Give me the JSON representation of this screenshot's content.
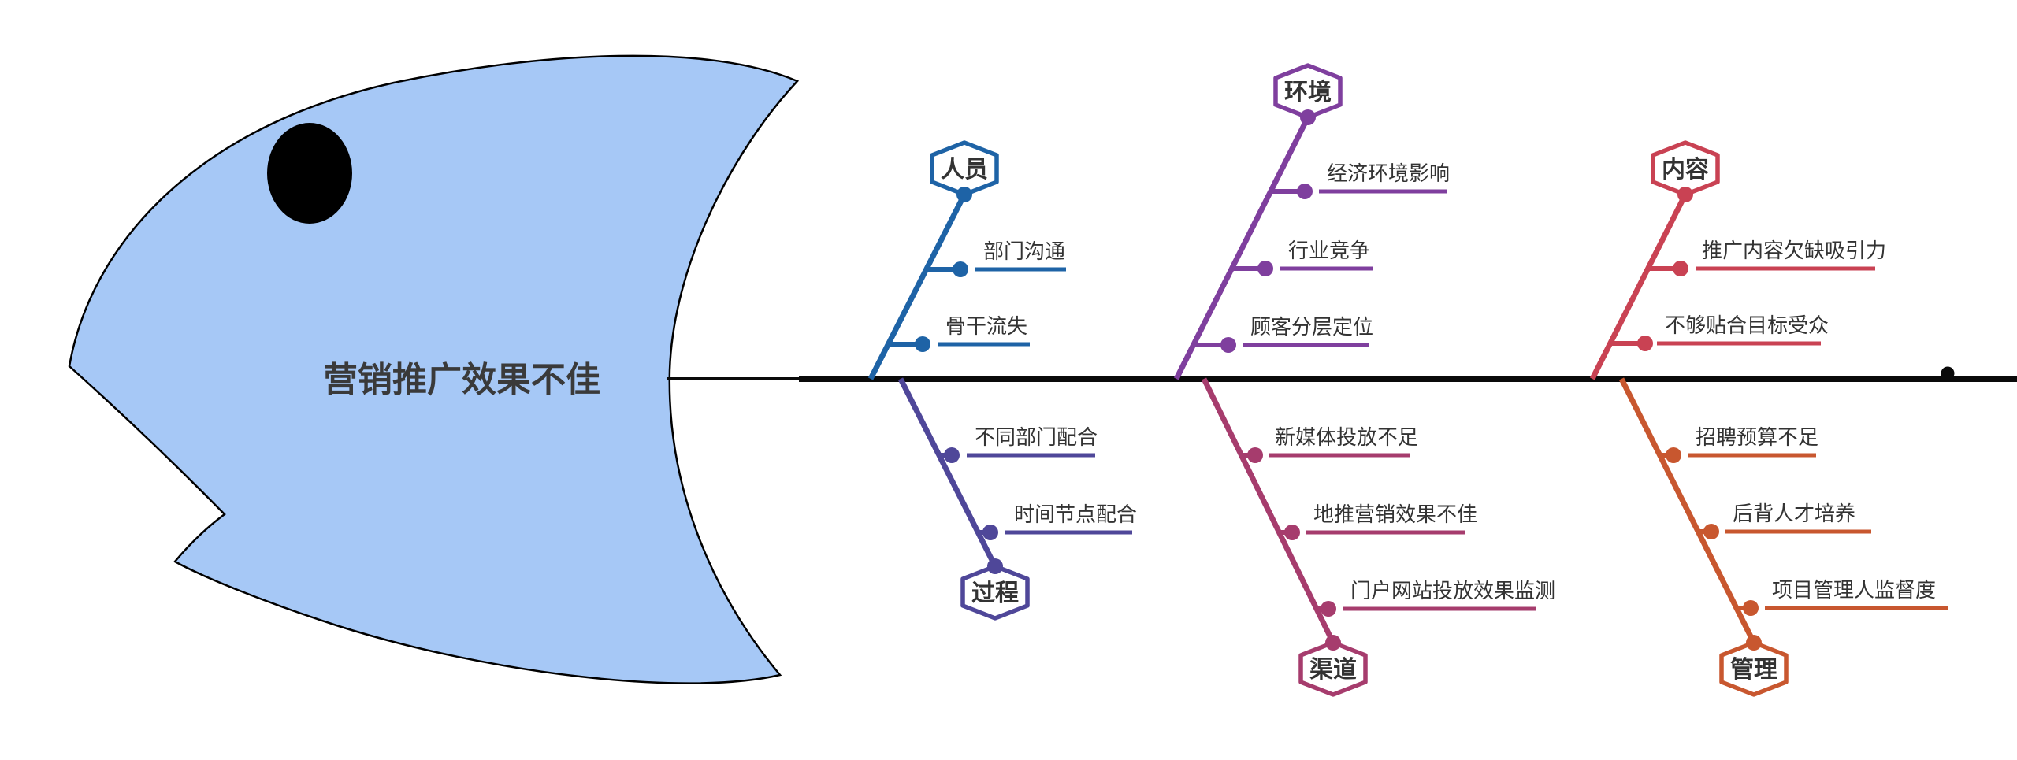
{
  "canvas": {
    "background": "#ffffff",
    "spine_color": "#0a0a0a",
    "text_color": "#333333"
  },
  "problem": {
    "label": "营销推广效果不佳",
    "fill": "#a6c8f6",
    "outline": "#000000",
    "eye_color": "#000000"
  },
  "branches": [
    {
      "label": "人员",
      "position": "top",
      "color": "#1e63a6",
      "items": [
        "部门沟通",
        "骨干流失"
      ]
    },
    {
      "label": "环境",
      "position": "top",
      "color": "#7f3f9e",
      "items": [
        "经济环境影响",
        "行业竞争",
        "顾客分层定位"
      ]
    },
    {
      "label": "内容",
      "position": "top",
      "color": "#c94253",
      "items": [
        "推广内容欠缺吸引力",
        "不够贴合目标受众"
      ]
    },
    {
      "label": "过程",
      "position": "bottom",
      "color": "#4f4799",
      "items": [
        "不同部门配合",
        "时间节点配合"
      ]
    },
    {
      "label": "渠道",
      "position": "bottom",
      "color": "#a63c6d",
      "items": [
        "新媒体投放不足",
        "地推营销效果不佳",
        "门户网站投放效果监测"
      ]
    },
    {
      "label": "管理",
      "position": "bottom",
      "color": "#c8572f",
      "items": [
        "招聘预算不足",
        "后背人才培养",
        "项目管理人监督度"
      ]
    }
  ]
}
